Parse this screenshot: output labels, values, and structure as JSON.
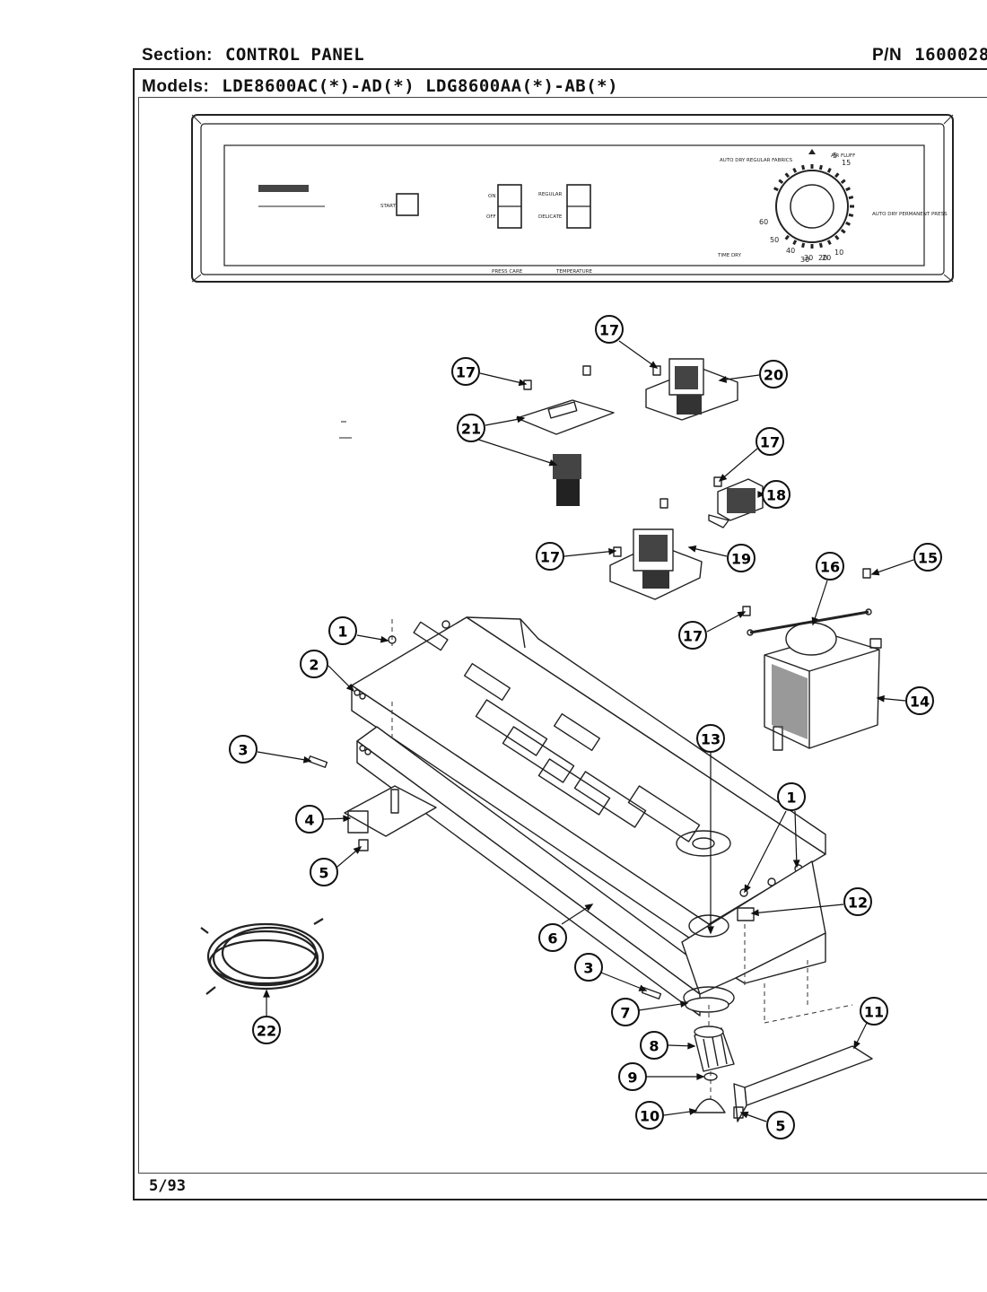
{
  "header": {
    "section_label": "Section:",
    "section_value": "CONTROL PANEL",
    "pn_label": "P/N",
    "pn_value": "1600028",
    "models_label": "Models:",
    "models_value": "LDE8600AC(*)-AD(*)   LDG8600AA(*)-AB(*)"
  },
  "footer": {
    "date": "5/93"
  },
  "panel_labels": {
    "start": "START",
    "on": "ON",
    "off": "OFF",
    "regular": "REGULAR",
    "delicate": "DELICATE",
    "press_care": "PRESS CARE",
    "temperature": "TEMPERATURE",
    "time_dry": "TIME DRY",
    "air_fluff": "AIR FLUFF",
    "auto_dry_regular": "AUTO DRY REGULAR FABRICS",
    "auto_dry_perm": "AUTO DRY PERMANENT PRESS",
    "dial_numbers": [
      "5",
      "15",
      "20",
      "30",
      "40",
      "50",
      "60",
      "10",
      "20",
      "30"
    ]
  },
  "callouts": [
    "1",
    "2",
    "3",
    "4",
    "5",
    "6",
    "7",
    "8",
    "9",
    "10",
    "11",
    "12",
    "13",
    "14",
    "15",
    "16",
    "17",
    "18",
    "19",
    "20",
    "21",
    "22",
    "17",
    "17",
    "17",
    "17",
    "1",
    "3",
    "5"
  ]
}
